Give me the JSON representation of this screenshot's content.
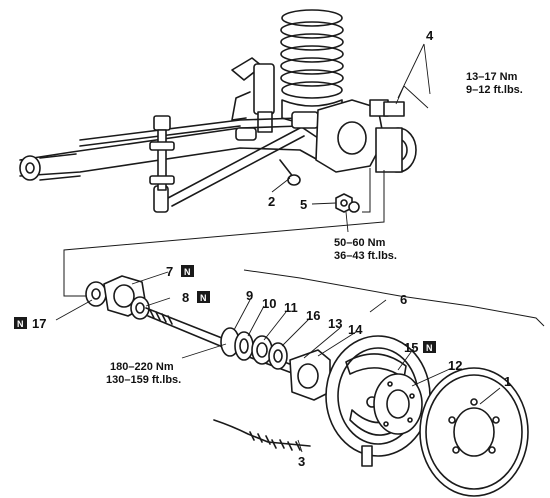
{
  "callouts": {
    "c1": "1",
    "c2": "2",
    "c3": "3",
    "c4": "4",
    "c5": "5",
    "c6": "6",
    "c7": "7",
    "c8": "8",
    "c9": "9",
    "c10": "10",
    "c11": "11",
    "c12": "12",
    "c13": "13",
    "c14": "14",
    "c15": "15",
    "c16": "16",
    "c17": "17"
  },
  "torque": {
    "t4_nm": "13–17 Nm",
    "t4_ftlbs": "9–12 ft.lbs.",
    "t5_nm": "50–60 Nm",
    "t5_ftlbs": "36–43 ft.lbs.",
    "tshaft_nm": "180–220 Nm",
    "tshaft_ftlbs": "130–159 ft.lbs."
  },
  "badge": "N",
  "colors": {
    "ink": "#1a1a1a",
    "paper": "#ffffff"
  }
}
